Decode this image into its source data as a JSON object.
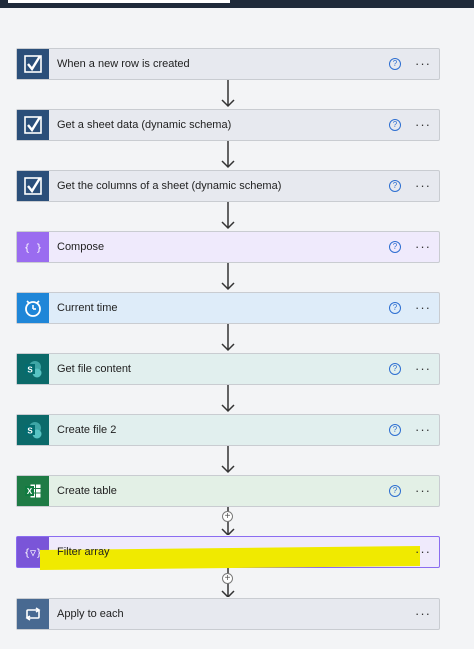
{
  "steps": [
    {
      "label": "When a new row is created",
      "icon": "smartsheet-icon",
      "color": "#2b4f7a",
      "bg": "#e7e9ef"
    },
    {
      "label": "Get a sheet data (dynamic schema)",
      "icon": "smartsheet-icon",
      "color": "#2b4f7a",
      "bg": "#e7e9ef"
    },
    {
      "label": "Get the columns of a sheet (dynamic schema)",
      "icon": "smartsheet-icon",
      "color": "#2b4f7a",
      "bg": "#e7e9ef"
    },
    {
      "label": "Compose",
      "icon": "compose-icon",
      "color": "#9a6cf0",
      "bg": "#efeafc"
    },
    {
      "label": "Current time",
      "icon": "clock-icon",
      "color": "#1f86d8",
      "bg": "#deecf9"
    },
    {
      "label": "Get file content",
      "icon": "sharepoint-icon",
      "color": "#0b6a6a",
      "bg": "#e1efee"
    },
    {
      "label": "Create file 2",
      "icon": "sharepoint-icon",
      "color": "#0b6a6a",
      "bg": "#e1efee"
    },
    {
      "label": "Create table",
      "icon": "excel-icon",
      "color": "#1e7b45",
      "bg": "#e3f0e6"
    },
    {
      "label": "Filter array",
      "icon": "filter-array-icon",
      "color": "#7a55d8",
      "bg": "#efeafc"
    },
    {
      "label": "Apply to each",
      "icon": "loop-icon",
      "color": "#486991",
      "bg": "#e7e9ef"
    }
  ],
  "help_glyph": "?",
  "more_glyph": "···",
  "plus_glyph": "+"
}
